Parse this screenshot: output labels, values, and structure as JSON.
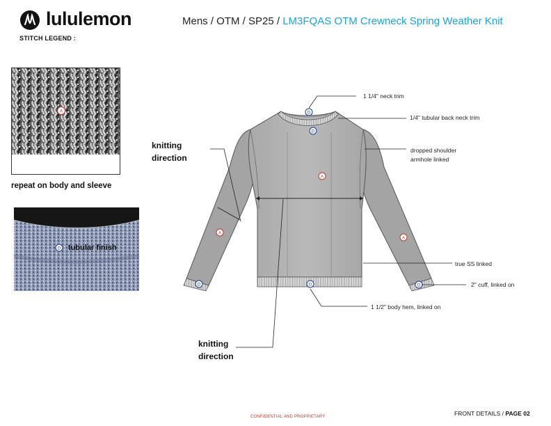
{
  "brand": {
    "name": "lululemon"
  },
  "legend": {
    "title": "STITCH LEGEND :"
  },
  "header": {
    "path": "Mens / OTM / SP25 / ",
    "style_title": "LM3FQAS OTM Crewneck Spring Weather Knit",
    "accent_color": "#1aa3d9"
  },
  "swatches": {
    "body": {
      "marker": "A",
      "caption": "repeat on body and sleeve"
    },
    "trim": {
      "marker": "D",
      "caption": "tubular finish"
    }
  },
  "callouts": {
    "neck_trim": "1  1/4\" neck trim",
    "back_neck": "1/4\" tubular back neck trim",
    "shoulder_line1": "dropped shoulder",
    "shoulder_line2": "armhole linked",
    "ss": "true SS linked",
    "cuff": "2\" cuff, linked on",
    "hem": "1  1/2\" body hem, linked on"
  },
  "directions": {
    "upper_line1": "knitting",
    "upper_line2": "direction",
    "lower_line1": "knitting",
    "lower_line2": "direction"
  },
  "markers": {
    "body": "A",
    "sleeve_left": "A",
    "sleeve_right": "A",
    "neck_front": "D",
    "neck_back": "D",
    "hem": "D",
    "cuff_left": "D",
    "cuff_right": "D"
  },
  "footer": {
    "confidential": "CONFIDENTIAL AND PROPRIETARY",
    "section": "FRONT DETAILS",
    "separator": "/",
    "page": "PAGE 02"
  }
}
